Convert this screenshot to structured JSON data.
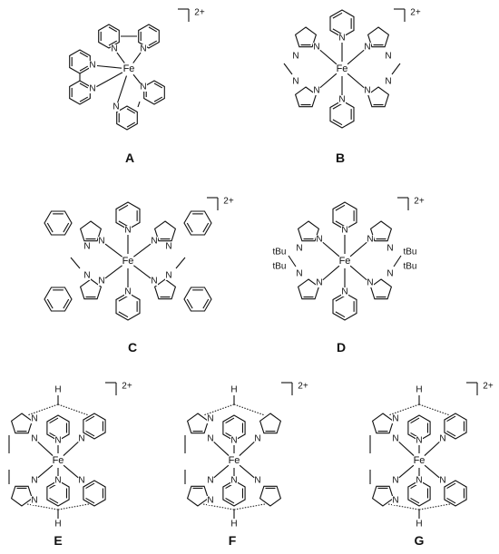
{
  "complexes": [
    {
      "label": "A",
      "metal": "Fe",
      "charge": "2+",
      "donor_atom": "N"
    },
    {
      "label": "B",
      "metal": "Fe",
      "charge": "2+",
      "donor_atom": "N"
    },
    {
      "label": "C",
      "metal": "Fe",
      "charge": "2+",
      "donor_atom": "N"
    },
    {
      "label": "D",
      "metal": "Fe",
      "charge": "2+",
      "donor_atom": "N",
      "substituent_a": "tBu",
      "substituent_b": "tBu"
    },
    {
      "label": "E",
      "metal": "Fe",
      "charge": "2+",
      "donor_atom": "N",
      "bridge_atom": "H"
    },
    {
      "label": "F",
      "metal": "Fe",
      "charge": "2+",
      "donor_atom": "N",
      "bridge_atom": "H"
    },
    {
      "label": "G",
      "metal": "Fe",
      "charge": "2+",
      "donor_atom": "N",
      "bridge_atom": "H"
    }
  ]
}
